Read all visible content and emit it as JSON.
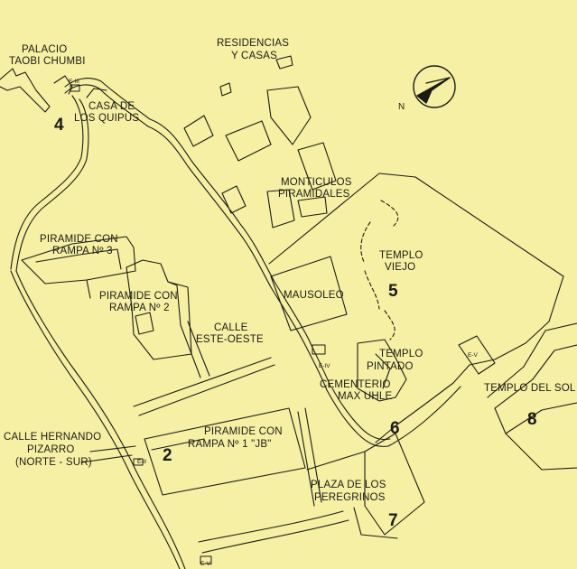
{
  "colors": {
    "background": "#f6f0a4",
    "ink": "#1b1b16"
  },
  "compass": {
    "icon": "north-arrow-icon",
    "label": "N"
  },
  "labels": {
    "palacio_line1": "PALACIO",
    "palacio_line2": "TAOBI CHUMBI",
    "residencias_line1": "RESIDENCIAS",
    "residencias_line2": "Y CASAS",
    "casa_quipus_line1": "CASA DE",
    "casa_quipus_line2": "LOS QUIPUS",
    "monticulos_line1": "MONTICULOS",
    "monticulos_line2": "PIRAMIDALES",
    "piramide3_line1": "PIRAMIDE CON",
    "piramide3_line2": "RAMPA Nº 3",
    "templo_viejo_line1": "TEMPLO",
    "templo_viejo_line2": "VIEJO",
    "piramide2_line1": "PIRAMIDE CON",
    "piramide2_line2": "RAMPA Nº 2",
    "mausoleo": "MAUSOLEO",
    "calle_eo_line1": "CALLE",
    "calle_eo_line2": "ESTE-OESTE",
    "templo_pintado_line1": "TEMPLO",
    "templo_pintado_line2": "PINTADO",
    "cementerio_line1": "CEMENTERIO",
    "cementerio_line2": "MAX UHLE",
    "templo_sol": "TEMPLO DEL SOL",
    "calle_hernando_line1": "CALLE HERNANDO",
    "calle_hernando_line2": "PIZARRO",
    "calle_hernando_line3": "(NORTE - SUR)",
    "piramide1_line1": "PIRAMIDE CON",
    "piramide1_line2": "RAMPA Nº 1 \"JB\"",
    "plaza_line1": "PLAZA DE LOS",
    "plaza_line2": "PEREGRINOS"
  },
  "numbers": {
    "n1": "2",
    "n2": "4",
    "n3": "5",
    "n4": "6",
    "n5": "7",
    "n6": "8"
  },
  "gates": {
    "e3": "E-III",
    "e4": "E-IV",
    "e5": "E-V",
    "e2": "E-II",
    "e6": "E-VI"
  }
}
